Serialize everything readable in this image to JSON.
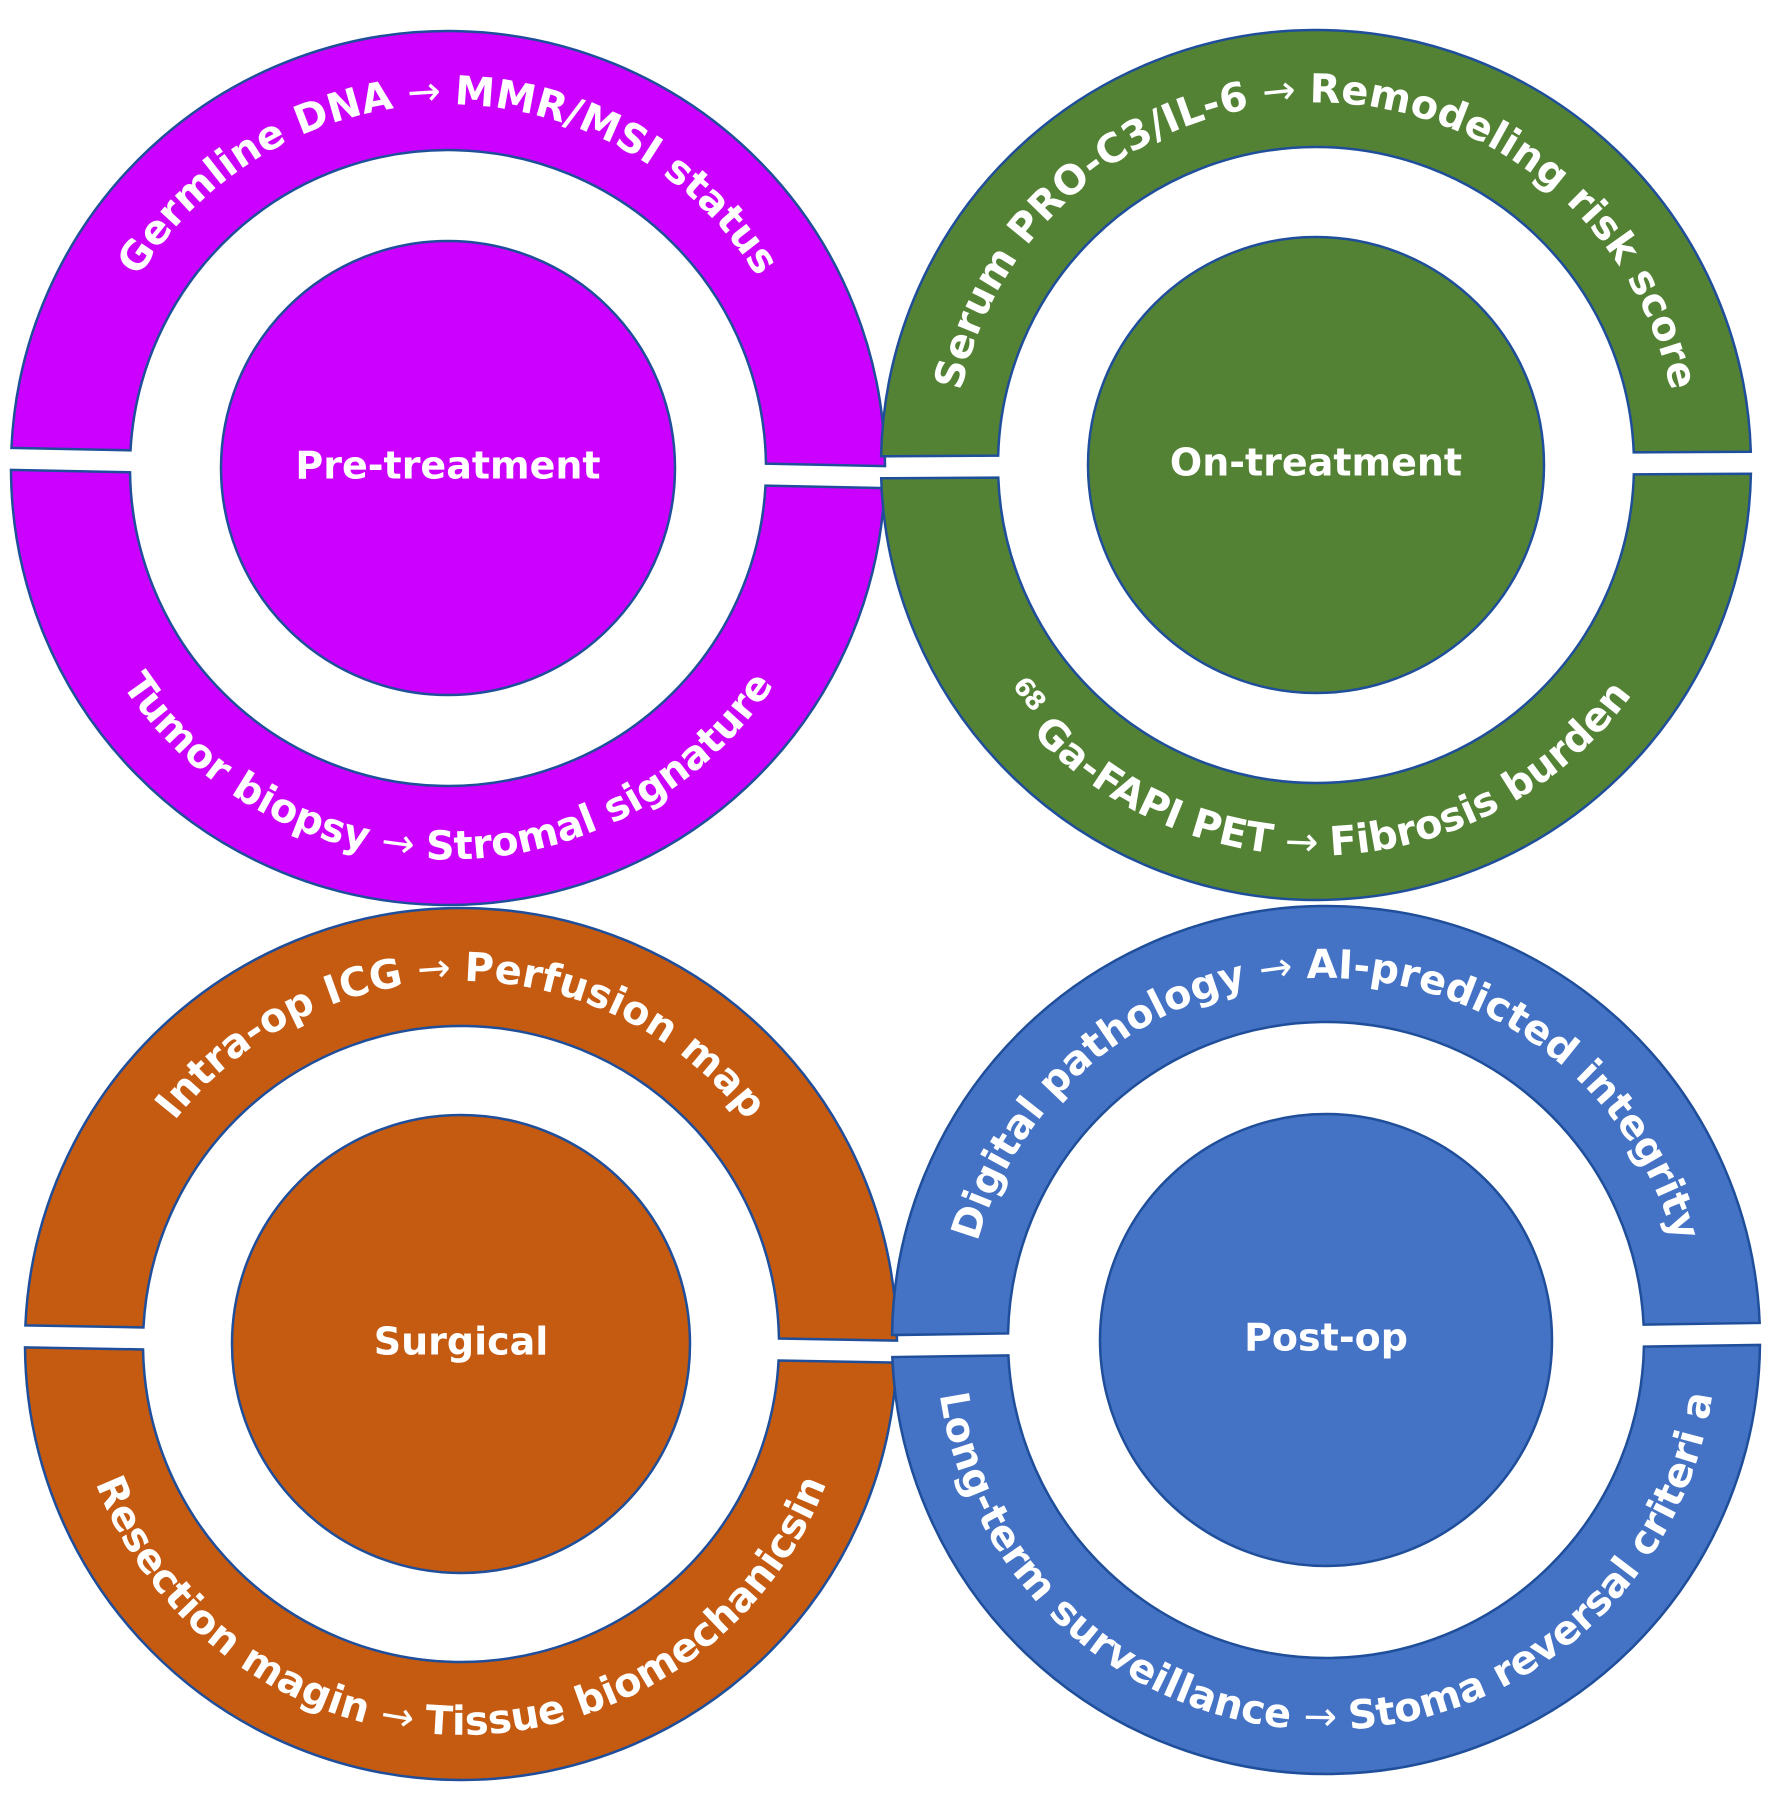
{
  "diagram": {
    "stroke_color": "#1F4E9A",
    "text_color": "#FFFFFF",
    "arrow_glyph": "→",
    "stages": [
      {
        "id": "pre-treatment",
        "label": "Pre-treatment",
        "color": "#CC00FF",
        "top_arc": {
          "left": "Germline DNA",
          "right": "MMR/MSI status"
        },
        "bottom_arc": {
          "left": "Tumor biopsy",
          "right": "Stromal signature"
        }
      },
      {
        "id": "on-treatment",
        "label": "On-treatment",
        "color": "#548235",
        "top_arc": {
          "left": "Serum PRO-C3/IL-6",
          "right": "Remodeling risk score"
        },
        "bottom_arc": {
          "left_superscript": "68",
          "left": "Ga-FAPI PET",
          "right": "Fibrosis burden"
        }
      },
      {
        "id": "surgical",
        "label": "Surgical",
        "color": "#C55A11",
        "top_arc": {
          "left": "Intra-op ICG",
          "right": "Perfusion map"
        },
        "bottom_arc": {
          "left": "Resection magin",
          "right": "Tissue biomechanicsin"
        }
      },
      {
        "id": "post-op",
        "label": "Post-op",
        "color": "#4472C4",
        "top_arc": {
          "left": "Digital pathology",
          "right": "AI-predicted integrity"
        },
        "bottom_arc": {
          "left": "Long-term surveillance",
          "right": "Stoma reversal criteri a"
        }
      }
    ]
  }
}
